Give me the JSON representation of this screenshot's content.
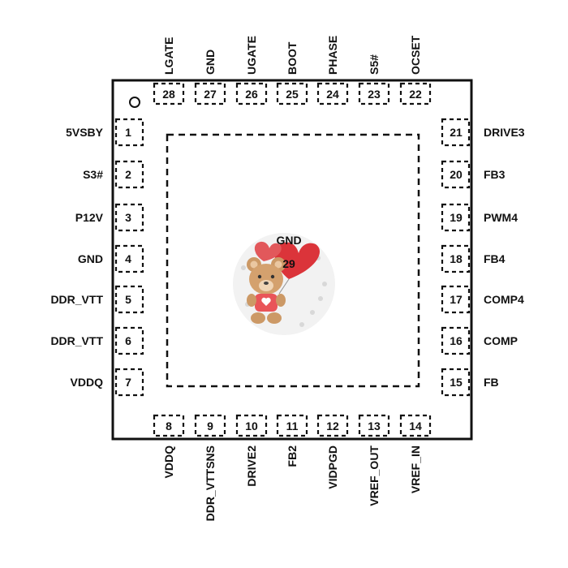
{
  "pins": {
    "top": [
      {
        "num": "28",
        "name": "LGATE"
      },
      {
        "num": "27",
        "name": "GND"
      },
      {
        "num": "26",
        "name": "UGATE"
      },
      {
        "num": "25",
        "name": "BOOT"
      },
      {
        "num": "24",
        "name": "PHASE"
      },
      {
        "num": "23",
        "name": "S5#"
      },
      {
        "num": "22",
        "name": "OCSET"
      }
    ],
    "left": [
      {
        "num": "1",
        "name": "5VSBY"
      },
      {
        "num": "2",
        "name": "S3#"
      },
      {
        "num": "3",
        "name": "P12V"
      },
      {
        "num": "4",
        "name": "GND"
      },
      {
        "num": "5",
        "name": "DDR_VTT"
      },
      {
        "num": "6",
        "name": "DDR_VTT"
      },
      {
        "num": "7",
        "name": "VDDQ"
      }
    ],
    "right": [
      {
        "num": "21",
        "name": "DRIVE3"
      },
      {
        "num": "20",
        "name": "FB3"
      },
      {
        "num": "19",
        "name": "PWM4"
      },
      {
        "num": "18",
        "name": "FB4"
      },
      {
        "num": "17",
        "name": "COMP4"
      },
      {
        "num": "16",
        "name": "COMP"
      },
      {
        "num": "15",
        "name": "FB"
      }
    ],
    "bottom": [
      {
        "num": "8",
        "name": "VDDQ"
      },
      {
        "num": "9",
        "name": "DDR_VTTSNS"
      },
      {
        "num": "10",
        "name": "DRIVE2"
      },
      {
        "num": "11",
        "name": "FB2"
      },
      {
        "num": "12",
        "name": "VIDPGD"
      },
      {
        "num": "13",
        "name": "VREF_OUT"
      },
      {
        "num": "14",
        "name": "VREF_IN"
      }
    ]
  },
  "thermal_pad": {
    "name": "GND",
    "num": "29"
  },
  "watermark": {
    "name": "teddy-bear-sticker",
    "heart_color": "#d8232a",
    "shirt_color": "#e8474b"
  }
}
